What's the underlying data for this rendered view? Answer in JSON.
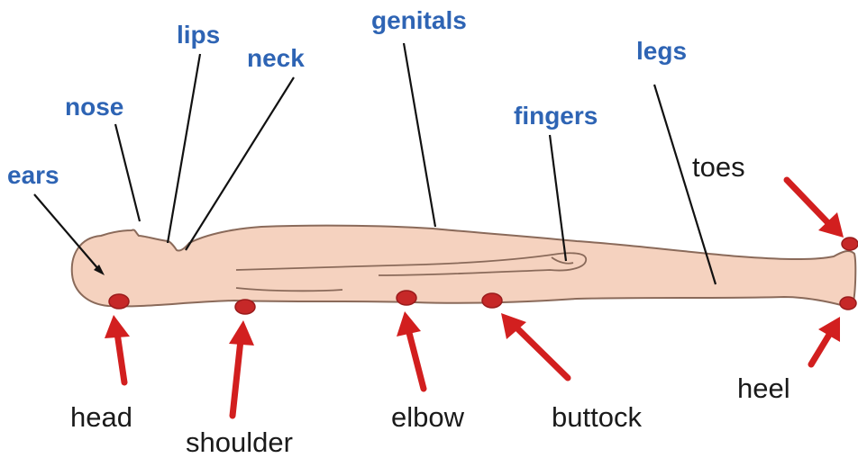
{
  "diagram": {
    "body_parts": {
      "ears": "ears",
      "nose": "nose",
      "lips": "lips",
      "neck": "neck",
      "genitals": "genitals",
      "fingers": "fingers",
      "legs": "legs"
    },
    "pressure_points": {
      "head": "head",
      "shoulder": "shoulder",
      "elbow": "elbow",
      "buttock": "buttock",
      "toes": "toes",
      "heel": "heel"
    },
    "colors": {
      "body_label": "#2e64b4",
      "pressure_arrow": "#d21f1f",
      "skin": "#f5d2bf"
    }
  }
}
